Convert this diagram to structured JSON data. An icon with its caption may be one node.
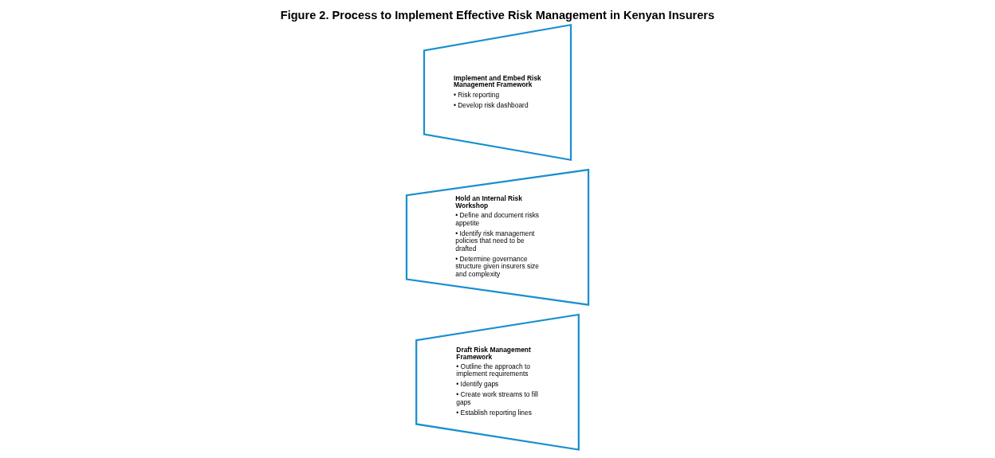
{
  "diagram": {
    "title": "Figure 2. Process to Implement Effective Risk Management in Kenyan Insurers",
    "nodes": [
      {
        "text": [
          "Draft Risk Management Framework",
          "• Outline the approach to implement requirements",
          "• Identify gaps",
          "• Create work streams to fill gaps",
          "• Establish reporting lines"
        ]
      },
      {
        "text": [
          "Hold an Internal Risk Workshop",
          "• Define and document risks appetite",
          "• Identify risk management policies that need to be drafted",
          "• Determine governance structure given insurers size and complexity"
        ]
      },
      {
        "text": [
          "Implement and Embed Risk Management Framework",
          "• Risk reporting",
          "• Develop risk dashboard"
        ]
      }
    ],
    "edges": []
  }
}
